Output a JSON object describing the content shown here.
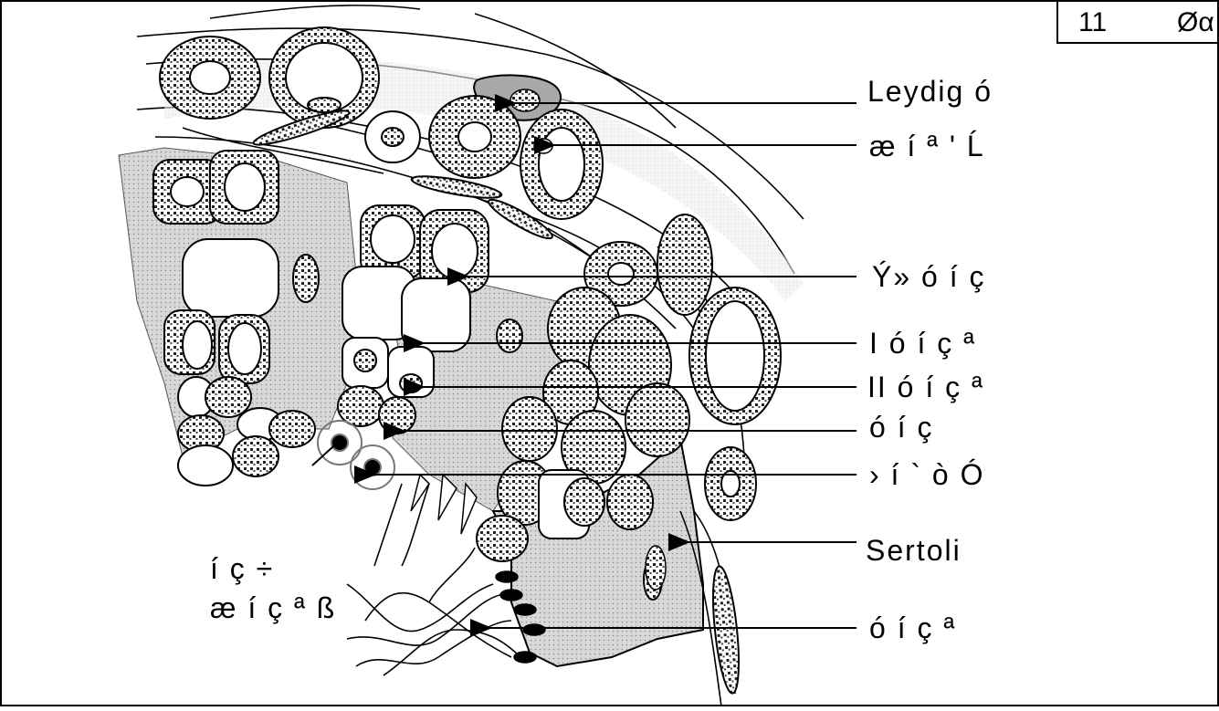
{
  "header": {
    "number": "11",
    "title_fragment": "Øα"
  },
  "labels": [
    {
      "key": "leydig",
      "text": "Leydig    ó"
    },
    {
      "key": "label2",
      "text": "æ í ª '   Ĺ"
    },
    {
      "key": "label3",
      "text": "Ý»         ó í  ç"
    },
    {
      "key": "label4",
      "text": "I      ó í  ç ª"
    },
    {
      "key": "label5",
      "text": "II     ó í  ç ª"
    },
    {
      "key": "label6",
      "text": "  ó í  ç"
    },
    {
      "key": "label7",
      "text": " › í  `    ò Ó"
    },
    {
      "key": "sertoli",
      "text": "Sertoli"
    },
    {
      "key": "label9",
      "text": "     ó í  ç ª"
    },
    {
      "key": "left1",
      "text": "í   ç ÷"
    },
    {
      "key": "left2",
      "text": "æ í ç ª  ß"
    }
  ]
}
